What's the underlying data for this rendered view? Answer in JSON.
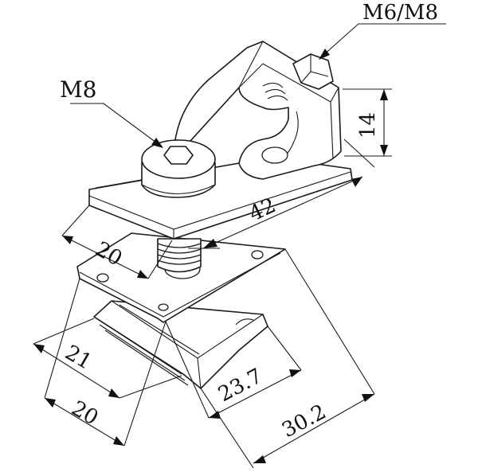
{
  "callouts": {
    "bolt_size": "M8",
    "nut_size": "M6/M8"
  },
  "dimensions": {
    "height": "14",
    "clamp_length": "42",
    "clamp_width": "20",
    "slider_width_a": "21",
    "slider_width_b": "20",
    "slider_inner": "23.7",
    "slider_outer": "30.2"
  }
}
